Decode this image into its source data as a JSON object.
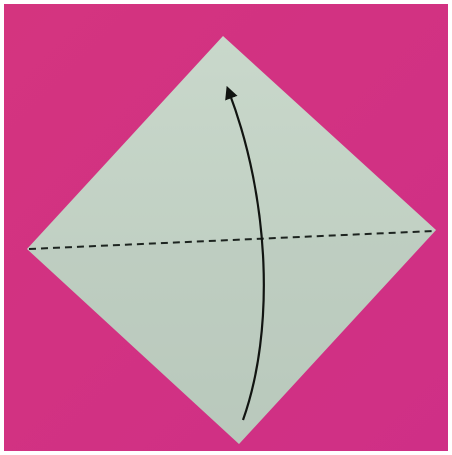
{
  "scene": {
    "description_kind": "origami-step-illustration",
    "background_color": "#d4347f",
    "paper_color": "#c9d8cb",
    "paper_shade_color": "#b9c9bc",
    "fold_line_style": "dashed",
    "fold_line_color": "#1d2420",
    "arrow_color": "#111411",
    "arrow_direction": "upward",
    "fold": "valley-fold-bottom-to-top"
  }
}
